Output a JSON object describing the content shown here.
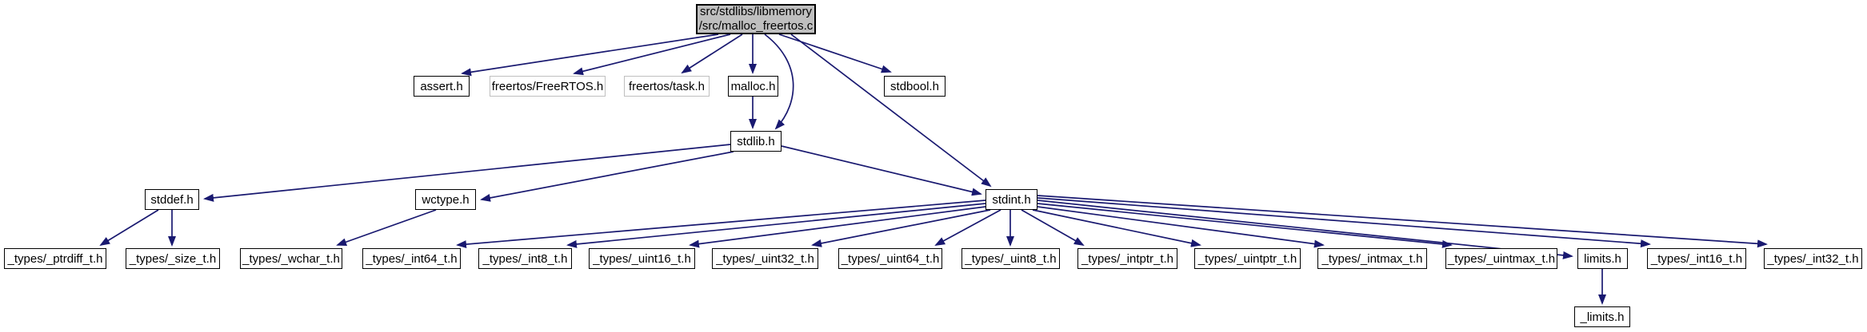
{
  "graph": {
    "description": "Doxygen include dependency graph",
    "colors": {
      "edge": "#191970",
      "node_fill": "#ffffff",
      "node_border": "#000000",
      "external_node_border": "#bfbfbf",
      "root_fill": "#bfbfbf",
      "background": "#ffffff",
      "text": "#000000"
    },
    "nodes": {
      "root": {
        "line1": "src/stdlibs/libmemory",
        "line2": "/src/malloc_freertos.c"
      },
      "assert": {
        "label": "assert.h"
      },
      "freertos_freertos": {
        "label": "freertos/FreeRTOS.h"
      },
      "freertos_task": {
        "label": "freertos/task.h"
      },
      "malloc": {
        "label": "malloc.h"
      },
      "stdbool": {
        "label": "stdbool.h"
      },
      "stdlib": {
        "label": "stdlib.h"
      },
      "stddef": {
        "label": "stddef.h"
      },
      "wctype": {
        "label": "wctype.h"
      },
      "stdint": {
        "label": "stdint.h"
      },
      "ptrdiff": {
        "label": "_types/_ptrdiff_t.h"
      },
      "size": {
        "label": "_types/_size_t.h"
      },
      "wchar": {
        "label": "_types/_wchar_t.h"
      },
      "int64": {
        "label": "_types/_int64_t.h"
      },
      "int8": {
        "label": "_types/_int8_t.h"
      },
      "uint16": {
        "label": "_types/_uint16_t.h"
      },
      "uint32": {
        "label": "_types/_uint32_t.h"
      },
      "uint64": {
        "label": "_types/_uint64_t.h"
      },
      "uint8": {
        "label": "_types/_uint8_t.h"
      },
      "intptr": {
        "label": "_types/_intptr_t.h"
      },
      "uintptr": {
        "label": "_types/_uintptr_t.h"
      },
      "intmax": {
        "label": "_types/_intmax_t.h"
      },
      "uintmax": {
        "label": "_types/_uintmax_t.h"
      },
      "limits": {
        "label": "limits.h"
      },
      "int16": {
        "label": "_types/_int16_t.h"
      },
      "int32": {
        "label": "_types/_int32_t.h"
      },
      "limits_internal": {
        "label": "_limits.h"
      }
    },
    "edges": [
      {
        "from": "src/stdlibs/libmemory/src/malloc_freertos.c",
        "to": "assert.h"
      },
      {
        "from": "src/stdlibs/libmemory/src/malloc_freertos.c",
        "to": "freertos/FreeRTOS.h"
      },
      {
        "from": "src/stdlibs/libmemory/src/malloc_freertos.c",
        "to": "freertos/task.h"
      },
      {
        "from": "src/stdlibs/libmemory/src/malloc_freertos.c",
        "to": "malloc.h"
      },
      {
        "from": "src/stdlibs/libmemory/src/malloc_freertos.c",
        "to": "stdlib.h"
      },
      {
        "from": "src/stdlibs/libmemory/src/malloc_freertos.c",
        "to": "stdbool.h"
      },
      {
        "from": "src/stdlibs/libmemory/src/malloc_freertos.c",
        "to": "stdint.h"
      },
      {
        "from": "malloc.h",
        "to": "stdlib.h"
      },
      {
        "from": "stdlib.h",
        "to": "stddef.h"
      },
      {
        "from": "stdlib.h",
        "to": "wctype.h"
      },
      {
        "from": "stdlib.h",
        "to": "stdint.h"
      },
      {
        "from": "stddef.h",
        "to": "_types/_ptrdiff_t.h"
      },
      {
        "from": "stddef.h",
        "to": "_types/_size_t.h"
      },
      {
        "from": "wctype.h",
        "to": "_types/_wchar_t.h"
      },
      {
        "from": "stdint.h",
        "to": "_types/_int64_t.h"
      },
      {
        "from": "stdint.h",
        "to": "_types/_int8_t.h"
      },
      {
        "from": "stdint.h",
        "to": "_types/_uint16_t.h"
      },
      {
        "from": "stdint.h",
        "to": "_types/_uint32_t.h"
      },
      {
        "from": "stdint.h",
        "to": "_types/_uint64_t.h"
      },
      {
        "from": "stdint.h",
        "to": "_types/_uint8_t.h"
      },
      {
        "from": "stdint.h",
        "to": "_types/_intptr_t.h"
      },
      {
        "from": "stdint.h",
        "to": "_types/_uintptr_t.h"
      },
      {
        "from": "stdint.h",
        "to": "_types/_intmax_t.h"
      },
      {
        "from": "stdint.h",
        "to": "_types/_uintmax_t.h"
      },
      {
        "from": "stdint.h",
        "to": "limits.h"
      },
      {
        "from": "stdint.h",
        "to": "_types/_int16_t.h"
      },
      {
        "from": "stdint.h",
        "to": "_types/_int32_t.h"
      },
      {
        "from": "limits.h",
        "to": "_limits.h"
      }
    ]
  }
}
